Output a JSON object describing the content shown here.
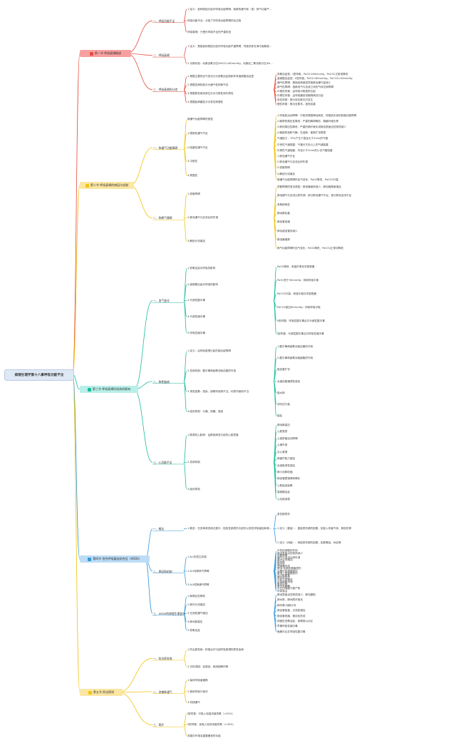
{
  "root": {
    "title": "病理生理学第十八章呼吸功能不全"
  },
  "sections": [
    {
      "label": "第一节 呼吸衰竭概述",
      "color": "#e74c3c",
      "children": [
        {
          "label": "一、呼吸功能不全",
          "items": [
            "1.定义：各种原因引起外呼吸功能障碍，使肺的通气和（或）换气功能严重障碍，以致在静息状态下不能维持足够的气体交换，出现低氧血症伴或不伴高碳酸血症，从而引起一系列病理生理改变和相应临床表现的综合征。",
            "呼吸功能不全：泛指了外呼吸功能障碍的全过程",
            "呼吸衰竭：只是外呼吸不全的严重阶段"
          ]
        },
        {
          "label": "二、呼吸衰竭",
          "items": [
            "1.定义：是指各种原因引起外呼吸功能严重障碍，导致机体在海平面静息状态吸入空气时，PaO2低于60mmHg，伴有或不伴有PaCO2高于50mmHg，并出现一系列病理生理改变的临床综合征",
            "2.诊断标准：动脉血氧分压(PaO2)<60mmHg，动脉血二氧化碳分压(PaCO2)>50mmHg"
          ]
        },
        {
          "label": "三、呼吸衰竭的分类",
          "items": [
            "1.根据主要的血气变化分为低氧血症型和伴有高碳酸血症型",
            "2.根据发病机制分为通气性和换气性",
            "3.根据原发病变部位分为中枢性和外周性",
            "4.根据起病缓急分为急性和慢性"
          ],
          "details": [
            "低氧血症型：I型呼衰，PaO2<60mmHg，PaCO2正常或降低",
            "高碳酸血症型：II型呼衰，PaO2<60mmHg，PaCO2>50mmHg",
            "通气性障碍：是指各种原因导致肺泡通气量减少",
            "换气性障碍：指肺泡气与血液之间的气体交换障碍",
            "中枢性呼衰：由呼吸中枢受损引起",
            "外周性呼衰：由呼吸器官或胸廓病变引起",
            "急性呼衰：数分钟至数天内发生",
            "慢性呼衰：数月至数年，逐渐加重"
          ]
        }
      ]
    },
    {
      "label": "第二节 呼吸衰竭的病因与机制",
      "color": "#f1c40f",
      "children": [
        {
          "label": "一、肺通气功能障碍",
          "items": [
            "肺通气功能障碍的类型",
            "1.限制性通气不足",
            "2.阻塞性通气不足",
            "3.中枢性",
            "4.周围性"
          ],
          "details": [
            "1.呼吸肌活动障碍：中枢或周围神经病变，呼吸肌本身的收缩功能障碍",
            "2.胸廓的顺应性降低：严重的胸廓畸形、胸膜纤维化等",
            "3.肺的顺应性降低：严重的肺纤维化或肺泡表面活性物质减少",
            "4.胸腔积液和气胸：压迫肺，使肺扩张受限",
            "气道阻力：70%产生于直径大于2mm的气管",
            "中央性气道阻塞：气管分叉处以上的气道阻塞",
            "外周性气道阻塞：内径小于2mm的小支气管阻塞",
            "1.肺泡通气不足",
            "2.肺泡通气与血流比例失调",
            "3.弥散障碍",
            "4.解剖分流增加",
            "肺通气功能障碍的血气变化：PaO2降低，PaCO2升高"
          ]
        },
        {
          "label": "二、肺换气障碍",
          "items": [
            "1.弥散障碍",
            "2.肺泡通气与血流比例失调",
            "3.解剖分流增加"
          ],
          "details": [
            "弥散障碍的常见原因：肺泡膜面积减少、肺泡膜厚度增加",
            "肺泡通气与血流比例失调：部分肺泡通气不足、部分肺泡血流不足",
            "有肺部病变",
            "肺动脉栓塞",
            "肺血管收缩",
            "肺毛细血管床减少",
            "肺泡膜增厚",
            "换气功能障碍时血气变化：PaO2降低，PaCO2正常或降低"
          ]
        }
      ]
    },
    {
      "label": "第三节 呼吸衰竭时机体的影响",
      "color": "#1abc9c",
      "children": [
        {
          "label": "一、血气变化",
          "items": [
            "1.低氧血症对呼吸的影响",
            "2.高碳酸血症对呼吸的影响",
            "3.代谢性酸中毒",
            "4.代谢性碱中毒",
            "5.呼吸性碱中毒"
          ],
          "details": [
            "PaO2降低：刺激外周化学感受器",
            "PaO2低于30mmHg：抑制呼吸中枢",
            "PaCO2升高：刺激中枢化学感受器",
            "PaCO2超过80mmHg：抑制呼吸中枢",
            "II型呼衰：呼吸性酸中毒合并代谢性酸中毒",
            "I型呼衰：代谢性酸中毒合并呼吸性碱中毒"
          ]
        },
        {
          "label": "二、肺性脑病",
          "items": [
            "1.定义：由呼吸衰竭引起的脑功能障碍",
            "2.发病机制：酸中毒和缺氧对脑血管的作用",
            "3.诱发因素：感染、镇静剂使用不当、利尿剂使用不当",
            "4.临床表现：头痛、烦躁、昏迷"
          ],
          "details": [
            "1.酸中毒和缺氧对脑血管的作用",
            "2.酸中毒和缺氧对脑细胞的作用",
            "脑血管扩张",
            "毛细血管通透性增加",
            "脑水肿",
            "颅内压升高",
            "脑疝"
          ]
        },
        {
          "label": "三、心功能不全",
          "items": [
            "1.肺源性心脏病：由肺部病变引起的心脏损害",
            "2.发病机制",
            "3.临床表现"
          ],
          "details": [
            "肺动脉高压",
            "心肌受损",
            "心室舒缩活动障碍",
            "心律失常",
            "右心衰竭",
            "肺循环阻力增加",
            "血液黏滞性增加",
            "肺小动脉收缩",
            "肺血管壁增厚和硬化",
            "心肌缺血缺氧",
            "高碳酸血症",
            "心功能减退"
          ]
        }
      ]
    },
    {
      "label": "第四节 急性呼吸窘迫综合征（ARDS）",
      "color": "#3498db",
      "children": [
        {
          "label": "一、概念",
          "items": [
            "1.概念：在多种原发病过程中，因急性肺损伤引起的以急性呼吸窘迫和难治性低氧血症为特征的急性呼吸衰竭"
          ],
          "details": [
            "急性肺损伤",
            "1.定义（直接）：直接损伤肺的因素，如吸入有害气体、肺挫伤等",
            "2.定义（间接）：间接损伤肺的因素，如脓毒症、休克等"
          ]
        },
        {
          "label": "二、原因和机制",
          "items": [
            "1.ALI的发生机制",
            "2.ALI时肺换气障碍",
            "3.ALI时肺通气障碍"
          ],
          "details": [
            "中性粒细胞的作用",
            "肺泡表面活性物质减少",
            "弥散障碍",
            "通气与血流比例失调",
            "肺内分流增加",
            "肺水肿",
            "肺不张",
            "透明膜形成",
            "肺泡-毛细血管膜损伤",
            "血管内皮细胞损伤",
            "肺泡上皮细胞损伤",
            "血小板聚集",
            "微血栓形成",
            "炎症介质释放",
            "炎症细胞浸润",
            "氧自由基",
            "蛋白水解酶",
            "花生四烯酸代谢产物",
            "补体激活"
          ]
        },
        {
          "label": "三、ARDS的病理生理变化",
          "items": [
            "1.肺顺应性降低",
            "2.肺内分流增加",
            "3.无效腔通气增加",
            "4.肺动脉高压",
            "5.低氧血症"
          ],
          "details": [
            "肺泡表面活性物质减少，肺泡萎陷",
            "肺水肿，肺间质纤维化",
            "肺内静-动脉分流",
            "肺血管阻塞，无效腔增加",
            "肺血管收缩，微血栓形成",
            "顽固性低氧血症，吸氧难以纠正",
            "早期呼吸性碱中毒",
            "晚期可合并呼吸性酸中毒"
          ]
        }
      ]
    },
    {
      "label": "第五节 防治原则",
      "color": "#f1c40f",
      "children": [
        {
          "label": "一、防治原发病",
          "items": [
            "1.防治原发病：积极治疗引起呼吸衰竭的原发疾病",
            "2.去除诱因：如感染、使用镇静剂等"
          ]
        },
        {
          "label": "二、改善肺通气",
          "items": [
            "1.保持呼吸道通畅",
            "2.使用呼吸兴奋剂",
            "3.机械通气"
          ]
        },
        {
          "label": "三、氧疗",
          "items": [
            "I型呼衰：可吸入较高浓度的氧（<50%）",
            "II型呼衰：宜吸入较低浓度的氧（<30%）",
            "改善内环境及重要器官的功能"
          ]
        }
      ]
    }
  ]
}
